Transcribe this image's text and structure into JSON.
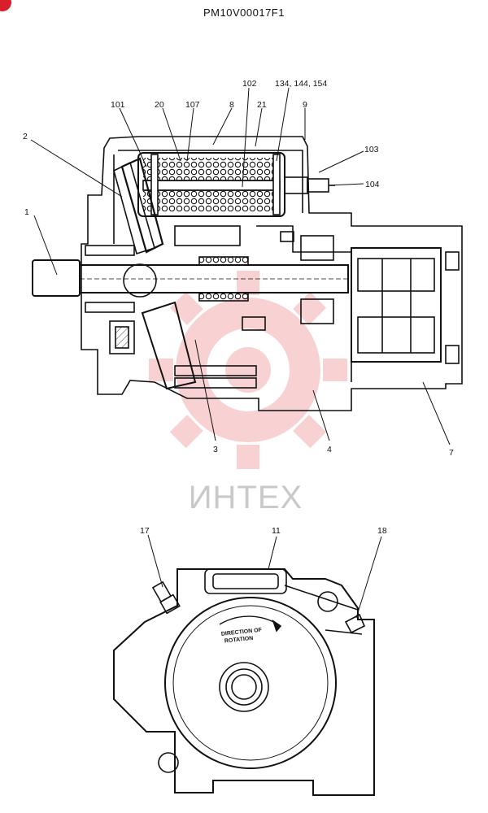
{
  "document": {
    "code": "PM10V00017F1"
  },
  "watermark": {
    "text": "ИНТЕХ",
    "color": "#e0323a"
  },
  "section_view": {
    "callouts": [
      "1",
      "2",
      "3",
      "4",
      "7",
      "8",
      "9",
      "20",
      "21",
      "101",
      "102",
      "103",
      "104",
      "107",
      "134, 144, 154"
    ]
  },
  "end_view": {
    "callouts": [
      "17",
      "11",
      "18"
    ],
    "plate_text": [
      "DIRECTION OF",
      "ROTATION"
    ]
  }
}
